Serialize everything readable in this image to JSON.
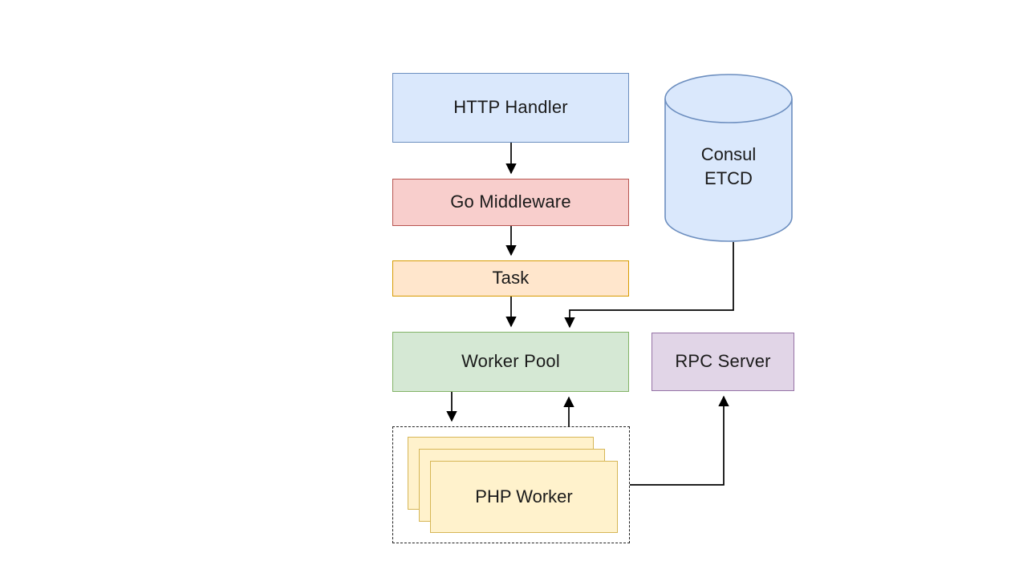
{
  "diagram": {
    "background": "#ffffff",
    "edge_color": "#000000",
    "nodes": {
      "http_handler": {
        "label": "HTTP Handler",
        "shape": "rect",
        "fill": "#dae8fc",
        "stroke": "#6c8ebf"
      },
      "go_middleware": {
        "label": "Go Middleware",
        "shape": "rect",
        "fill": "#f8cecc",
        "stroke": "#b85450"
      },
      "task": {
        "label": "Task",
        "shape": "rect",
        "fill": "#ffe6cc",
        "stroke": "#d79b00"
      },
      "worker_pool": {
        "label": "Worker Pool",
        "shape": "rect",
        "fill": "#d5e8d4",
        "stroke": "#82b366"
      },
      "consul_etcd": {
        "label": "Consul\nETCD",
        "shape": "cylinder",
        "fill": "#dae8fc",
        "stroke": "#6c8ebf"
      },
      "rpc_server": {
        "label": "RPC Server",
        "shape": "rect",
        "fill": "#e1d5e7",
        "stroke": "#9673a6"
      },
      "php_worker": {
        "label": "PHP Worker",
        "shape": "stacked-rect-in-dashed-container",
        "fill": "#fff2cc",
        "stroke": "#d6b656",
        "instances": 3
      }
    },
    "edges": [
      {
        "from": "http_handler",
        "to": "go_middleware",
        "style": "arrow"
      },
      {
        "from": "go_middleware",
        "to": "task",
        "style": "arrow"
      },
      {
        "from": "task",
        "to": "worker_pool",
        "style": "arrow"
      },
      {
        "from": "consul_etcd",
        "to": "worker_pool",
        "style": "elbow-arrow"
      },
      {
        "from": "worker_pool",
        "to": "php_worker",
        "style": "arrow"
      },
      {
        "from": "php_worker",
        "to": "worker_pool",
        "style": "arrow"
      },
      {
        "from": "php_worker",
        "to": "rpc_server",
        "style": "elbow-arrow"
      }
    ]
  }
}
